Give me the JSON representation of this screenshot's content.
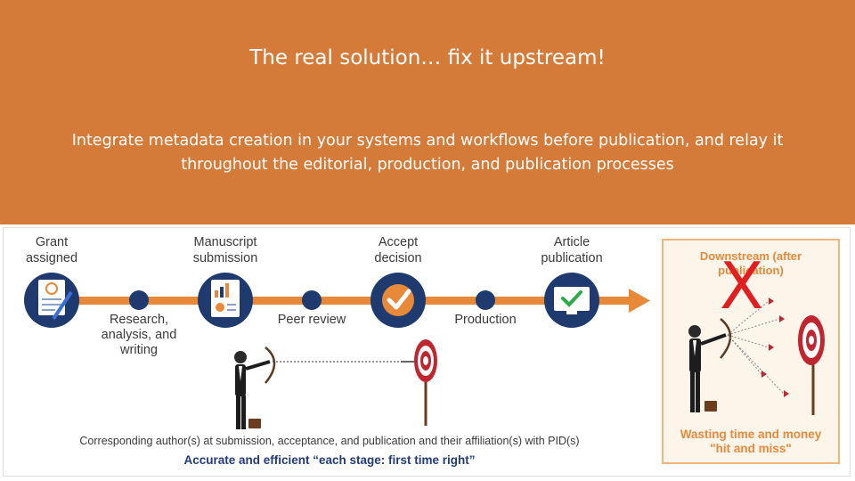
{
  "slide": {
    "title": "The real solution… fix it upstream!",
    "subtitle": "Integrate metadata creation in your systems and workflows before publication, and relay it throughout the editorial, production, and publication processes"
  },
  "workflow": {
    "stages": [
      {
        "label_lines": [
          "Grant",
          "assigned"
        ],
        "icon": "grant-document-icon"
      },
      {
        "label_lines": [
          "Manuscript",
          "submission"
        ],
        "icon": "manuscript-report-icon"
      },
      {
        "label_lines": [
          "Accept",
          "decision"
        ],
        "icon": "checkmark-badge-icon"
      },
      {
        "label_lines": [
          "Article",
          "publication"
        ],
        "icon": "monitor-check-icon"
      }
    ],
    "between_steps": [
      {
        "label_lines": [
          "Research,",
          "analysis, and",
          "writing"
        ]
      },
      {
        "label_lines": [
          "Peer review"
        ]
      },
      {
        "label_lines": [
          "Production"
        ]
      }
    ],
    "footnote": "Corresponding author(s) at submission, acceptance, and publication and their affiliation(s) with PID(s)",
    "footnote_bold": "Accurate and efficient “each stage: first time right”"
  },
  "downstream": {
    "title_lines": [
      "Downstream (after",
      "publication)"
    ],
    "x_mark": "X",
    "footer_lines": [
      "Wasting time and money",
      "\"hit and miss\""
    ]
  },
  "colors": {
    "banner": "#D57B3A",
    "line": "#E8893A",
    "navy": "#1f3a6e",
    "accent_text": "#E58A3A",
    "x_mark": "#e02020"
  }
}
